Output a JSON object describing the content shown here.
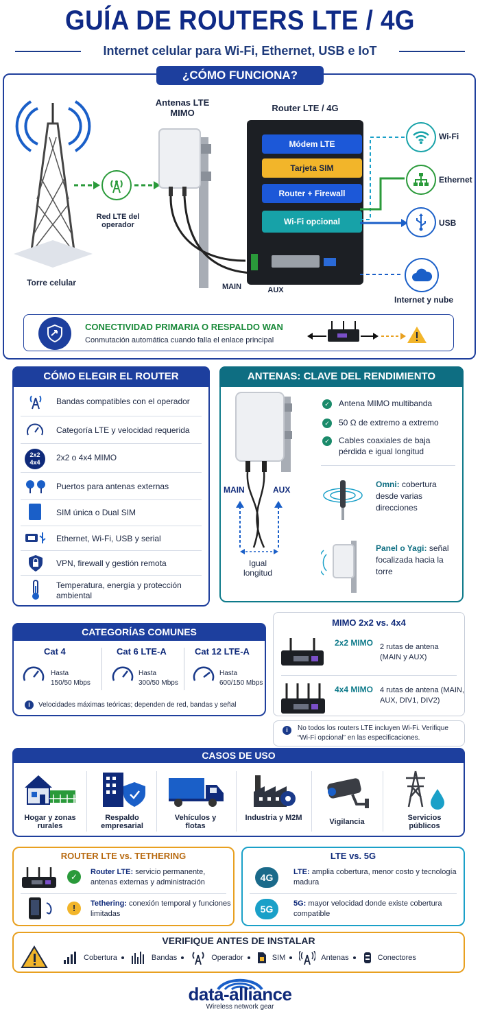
{
  "header": {
    "title": "GUÍA DE ROUTERS LTE / 4G",
    "subtitle": "Internet celular para Wi-Fi, Ethernet, USB e IoT"
  },
  "como_funciona": {
    "heading": "¿CÓMO FUNCIONA?",
    "tower_label": "Torre celular",
    "network_label": "Red LTE del operador",
    "antenna_label": "Antenas LTE MIMO",
    "router_label": "Router LTE / 4G",
    "modules": [
      "Módem LTE",
      "Tarjeta SIM",
      "Router + Firewall",
      "Wi-Fi opcional"
    ],
    "port_main": "MAIN",
    "port_aux": "AUX",
    "outputs": [
      "Wi-Fi",
      "Ethernet",
      "USB",
      "Internet y nube"
    ],
    "banner_title": "CONECTIVIDAD PRIMARIA O RESPALDO WAN",
    "banner_text": "Conmutación automática cuando falla el enlace principal"
  },
  "elegir": {
    "heading": "CÓMO ELEGIR EL ROUTER",
    "items": [
      "Bandas compatibles con el operador",
      "Categoría LTE y velocidad requerida",
      "2x2 o 4x4 MIMO",
      "Puertos para antenas externas",
      "SIM única o Dual SIM",
      "Ethernet, Wi-Fi, USB y serial",
      "VPN, firewall y gestión remota",
      "Temperatura, energía y protección ambiental"
    ],
    "mimo_icon_text": "2x2 4x4"
  },
  "antenas": {
    "heading": "ANTENAS: CLAVE DEL RENDIMIENTO",
    "checks": [
      "Antena MIMO multibanda",
      "50 Ω de extremo a extremo",
      "Cables coaxiales de baja pérdida e igual longitud"
    ],
    "main": "MAIN",
    "aux": "AUX",
    "equal": "Igual longitud",
    "omni_bold": "Omni:",
    "omni_text": "cobertura desde varias direcciones",
    "panel_bold": "Panel o Yagi:",
    "panel_text": "señal focalizada hacia la torre"
  },
  "categorias": {
    "heading": "CATEGORÍAS COMUNES",
    "cats": [
      {
        "name": "Cat 4",
        "hasta": "Hasta",
        "speed": "150/50 Mbps"
      },
      {
        "name": "Cat 6 LTE-A",
        "hasta": "Hasta",
        "speed": "300/50 Mbps"
      },
      {
        "name": "Cat 12 LTE-A",
        "hasta": "Hasta",
        "speed": "600/150 Mbps"
      }
    ],
    "note": "Velocidades máximas teóricas; dependen de red, bandas y señal"
  },
  "mimo": {
    "heading": "MIMO 2x2 vs. 4x4",
    "rows": [
      {
        "label": "2x2 MIMO",
        "text": "2 rutas de antena (MAIN y AUX)"
      },
      {
        "label": "4x4 MIMO",
        "text": "4 rutas de antena (MAIN, AUX, DIV1, DIV2)"
      }
    ],
    "note": "No todos los routers LTE incluyen Wi-Fi. Verifique “Wi-Fi opcional” en las especificaciones."
  },
  "casos": {
    "heading": "CASOS DE USO",
    "items": [
      "Hogar y zonas rurales",
      "Respaldo empresarial",
      "Vehículos y flotas",
      "Industria y M2M",
      "Vigilancia",
      "Servicios públicos"
    ]
  },
  "tethering": {
    "heading": "ROUTER LTE vs. TETHERING",
    "router_bold": "Router LTE:",
    "router_text": "servicio permanente, antenas externas y administración",
    "teth_bold": "Tethering:",
    "teth_text": "conexión temporal y funciones limitadas"
  },
  "lte5g": {
    "heading": "LTE vs. 5G",
    "badge4g": "4G",
    "badge5g": "5G",
    "lte_bold": "LTE:",
    "lte_text": "amplia cobertura, menor costo y tecnología madura",
    "g5_bold": "5G:",
    "g5_text": "mayor velocidad donde existe cobertura compatible"
  },
  "verifique": {
    "heading": "VERIFIQUE ANTES DE INSTALAR",
    "items": [
      "Cobertura",
      "Bandas",
      "Operador",
      "SIM",
      "Antenas",
      "Conectores"
    ]
  },
  "footer": {
    "brand": "data-alliance",
    "tagline": "Wireless network gear"
  },
  "colors": {
    "navy": "#1d3f9e",
    "teal": "#0e7a8a",
    "green": "#1a8a3a",
    "orange": "#e8a020"
  }
}
